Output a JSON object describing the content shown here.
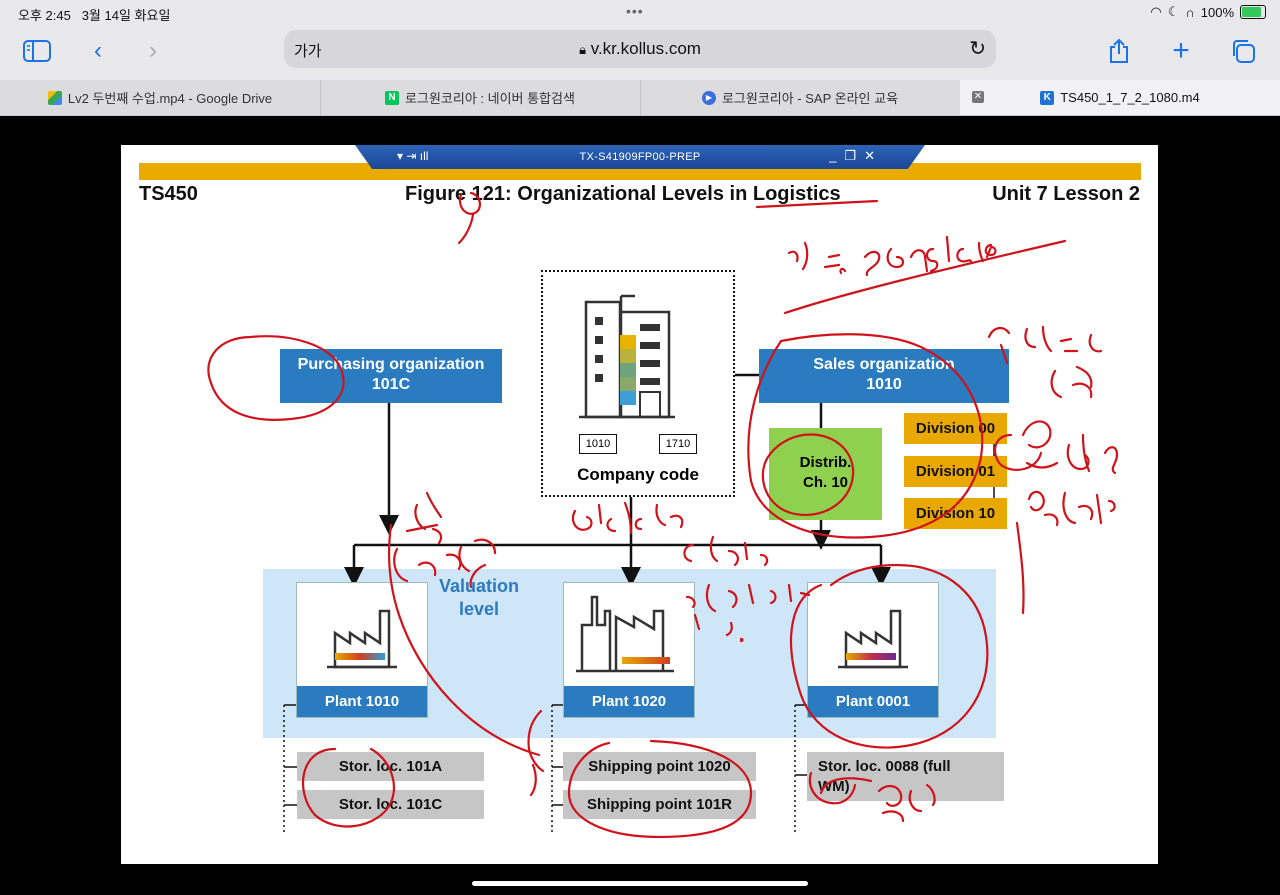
{
  "status_bar": {
    "time": "오후 2:45",
    "date": "3월 14일 화요일",
    "battery": "100%"
  },
  "browser": {
    "text_size_button": "가가",
    "url": "v.kr.kollus.com",
    "tabs": [
      {
        "label": "Lv2 두번째 수업.mp4 - Google Drive",
        "icon": "google-drive-icon"
      },
      {
        "label": "로그원코리아 : 네이버 통합검색",
        "icon": "naver-icon"
      },
      {
        "label": "로그원코리아 - SAP 온라인 교육",
        "icon": "play-icon"
      },
      {
        "label": "TS450_1_7_2_1080.m4",
        "icon": "kollus-icon"
      }
    ]
  },
  "slide": {
    "window_title": "TX-S41909FP00-PREP",
    "course_code": "TS450",
    "figure_title": "Figure 121: Organizational Levels in Logistics",
    "unit_lesson": "Unit 7 Lesson 2",
    "purchasing_org": {
      "line1": "Purchasing organization",
      "line2": "101C"
    },
    "sales_org": {
      "line1": "Sales organization",
      "line2": "1010"
    },
    "company_code": {
      "label": "Company code",
      "code_a": "1010",
      "code_b": "1710"
    },
    "distrib": {
      "line1": "Distrib.",
      "line2": "Ch. 10"
    },
    "divisions": [
      "Division 00",
      "Division 01",
      "Division 10"
    ],
    "valuation": {
      "line1": "Valuation",
      "line2": "level"
    },
    "plants": [
      "Plant 1010",
      "Plant 1020",
      "Plant 0001"
    ],
    "storage_1010": [
      "Stor. loc. 101A",
      "Stor. loc. 101C"
    ],
    "shipping_1020": [
      "Shipping point 1020",
      "Shipping point 101R"
    ],
    "storage_0001": {
      "line1": "Stor. loc. 0088  (full",
      "line2": "WM)"
    }
  },
  "colors": {
    "sap_blue": "#2a7bbf",
    "sap_gold": "#e9ab00",
    "ink_red": "#d0121b",
    "distrib_green": "#8fd14f"
  }
}
